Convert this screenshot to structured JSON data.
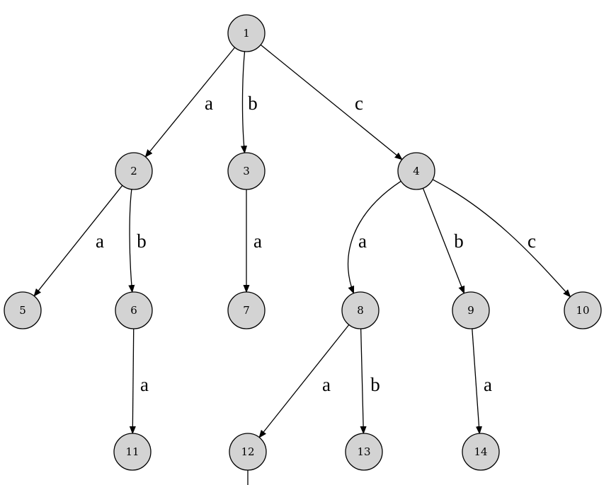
{
  "nodes": [
    {
      "id": "1",
      "label": "1"
    },
    {
      "id": "2",
      "label": "2"
    },
    {
      "id": "3",
      "label": "3"
    },
    {
      "id": "4",
      "label": "4"
    },
    {
      "id": "5",
      "label": "5"
    },
    {
      "id": "6",
      "label": "6"
    },
    {
      "id": "7",
      "label": "7"
    },
    {
      "id": "8",
      "label": "8"
    },
    {
      "id": "9",
      "label": "9"
    },
    {
      "id": "10",
      "label": "10"
    },
    {
      "id": "11",
      "label": "11"
    },
    {
      "id": "12",
      "label": "12"
    },
    {
      "id": "13",
      "label": "13"
    },
    {
      "id": "14",
      "label": "14"
    }
  ],
  "edges": [
    {
      "from": "1",
      "to": "2",
      "label": "a"
    },
    {
      "from": "1",
      "to": "3",
      "label": "b"
    },
    {
      "from": "1",
      "to": "4",
      "label": "c"
    },
    {
      "from": "2",
      "to": "5",
      "label": "a"
    },
    {
      "from": "2",
      "to": "6",
      "label": "b"
    },
    {
      "from": "3",
      "to": "7",
      "label": "a"
    },
    {
      "from": "4",
      "to": "8",
      "label": "a"
    },
    {
      "from": "4",
      "to": "9",
      "label": "b"
    },
    {
      "from": "4",
      "to": "10",
      "label": "c"
    },
    {
      "from": "6",
      "to": "11",
      "label": "a"
    },
    {
      "from": "8",
      "to": "12",
      "label": "a"
    },
    {
      "from": "8",
      "to": "13",
      "label": "b"
    },
    {
      "from": "9",
      "to": "14",
      "label": "a"
    }
  ],
  "colors": {
    "node_fill": "#d3d3d3",
    "stroke": "#000000",
    "background": "#ffffff"
  }
}
